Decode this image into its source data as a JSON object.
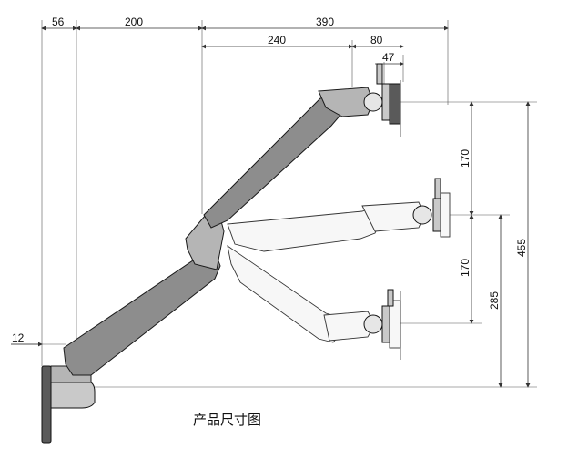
{
  "caption": "产品尺寸图",
  "dimensions": {
    "d56": "56",
    "d200": "200",
    "d390": "390",
    "d240": "240",
    "d80": "80",
    "d47": "47",
    "d12": "12",
    "d170_top": "170",
    "d170_bottom": "170",
    "d285": "285",
    "d455": "455"
  }
}
